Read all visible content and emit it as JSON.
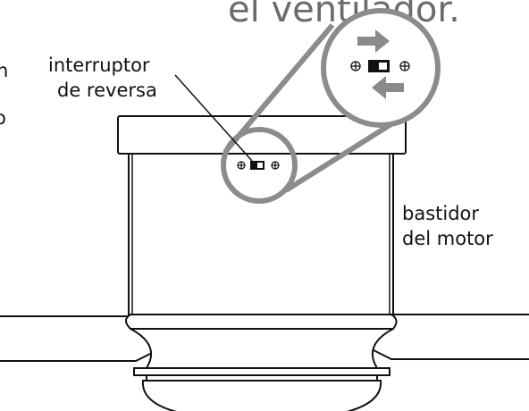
{
  "title_fragment": "el ventilador.",
  "left_edge_fragments": [
    "n",
    "o"
  ],
  "labels": {
    "reverse_switch": [
      "interruptor",
      "de reversa"
    ],
    "motor_housing": [
      "bastidor",
      "del motor"
    ]
  },
  "colors": {
    "outline": "#111111",
    "callout_ring": "#8c8c8c",
    "arrow": "#8a8a8a",
    "title": "#6b6b6b"
  },
  "icons": [
    "arrow-right-icon",
    "arrow-left-icon",
    "screw-icon",
    "slide-switch-icon"
  ]
}
